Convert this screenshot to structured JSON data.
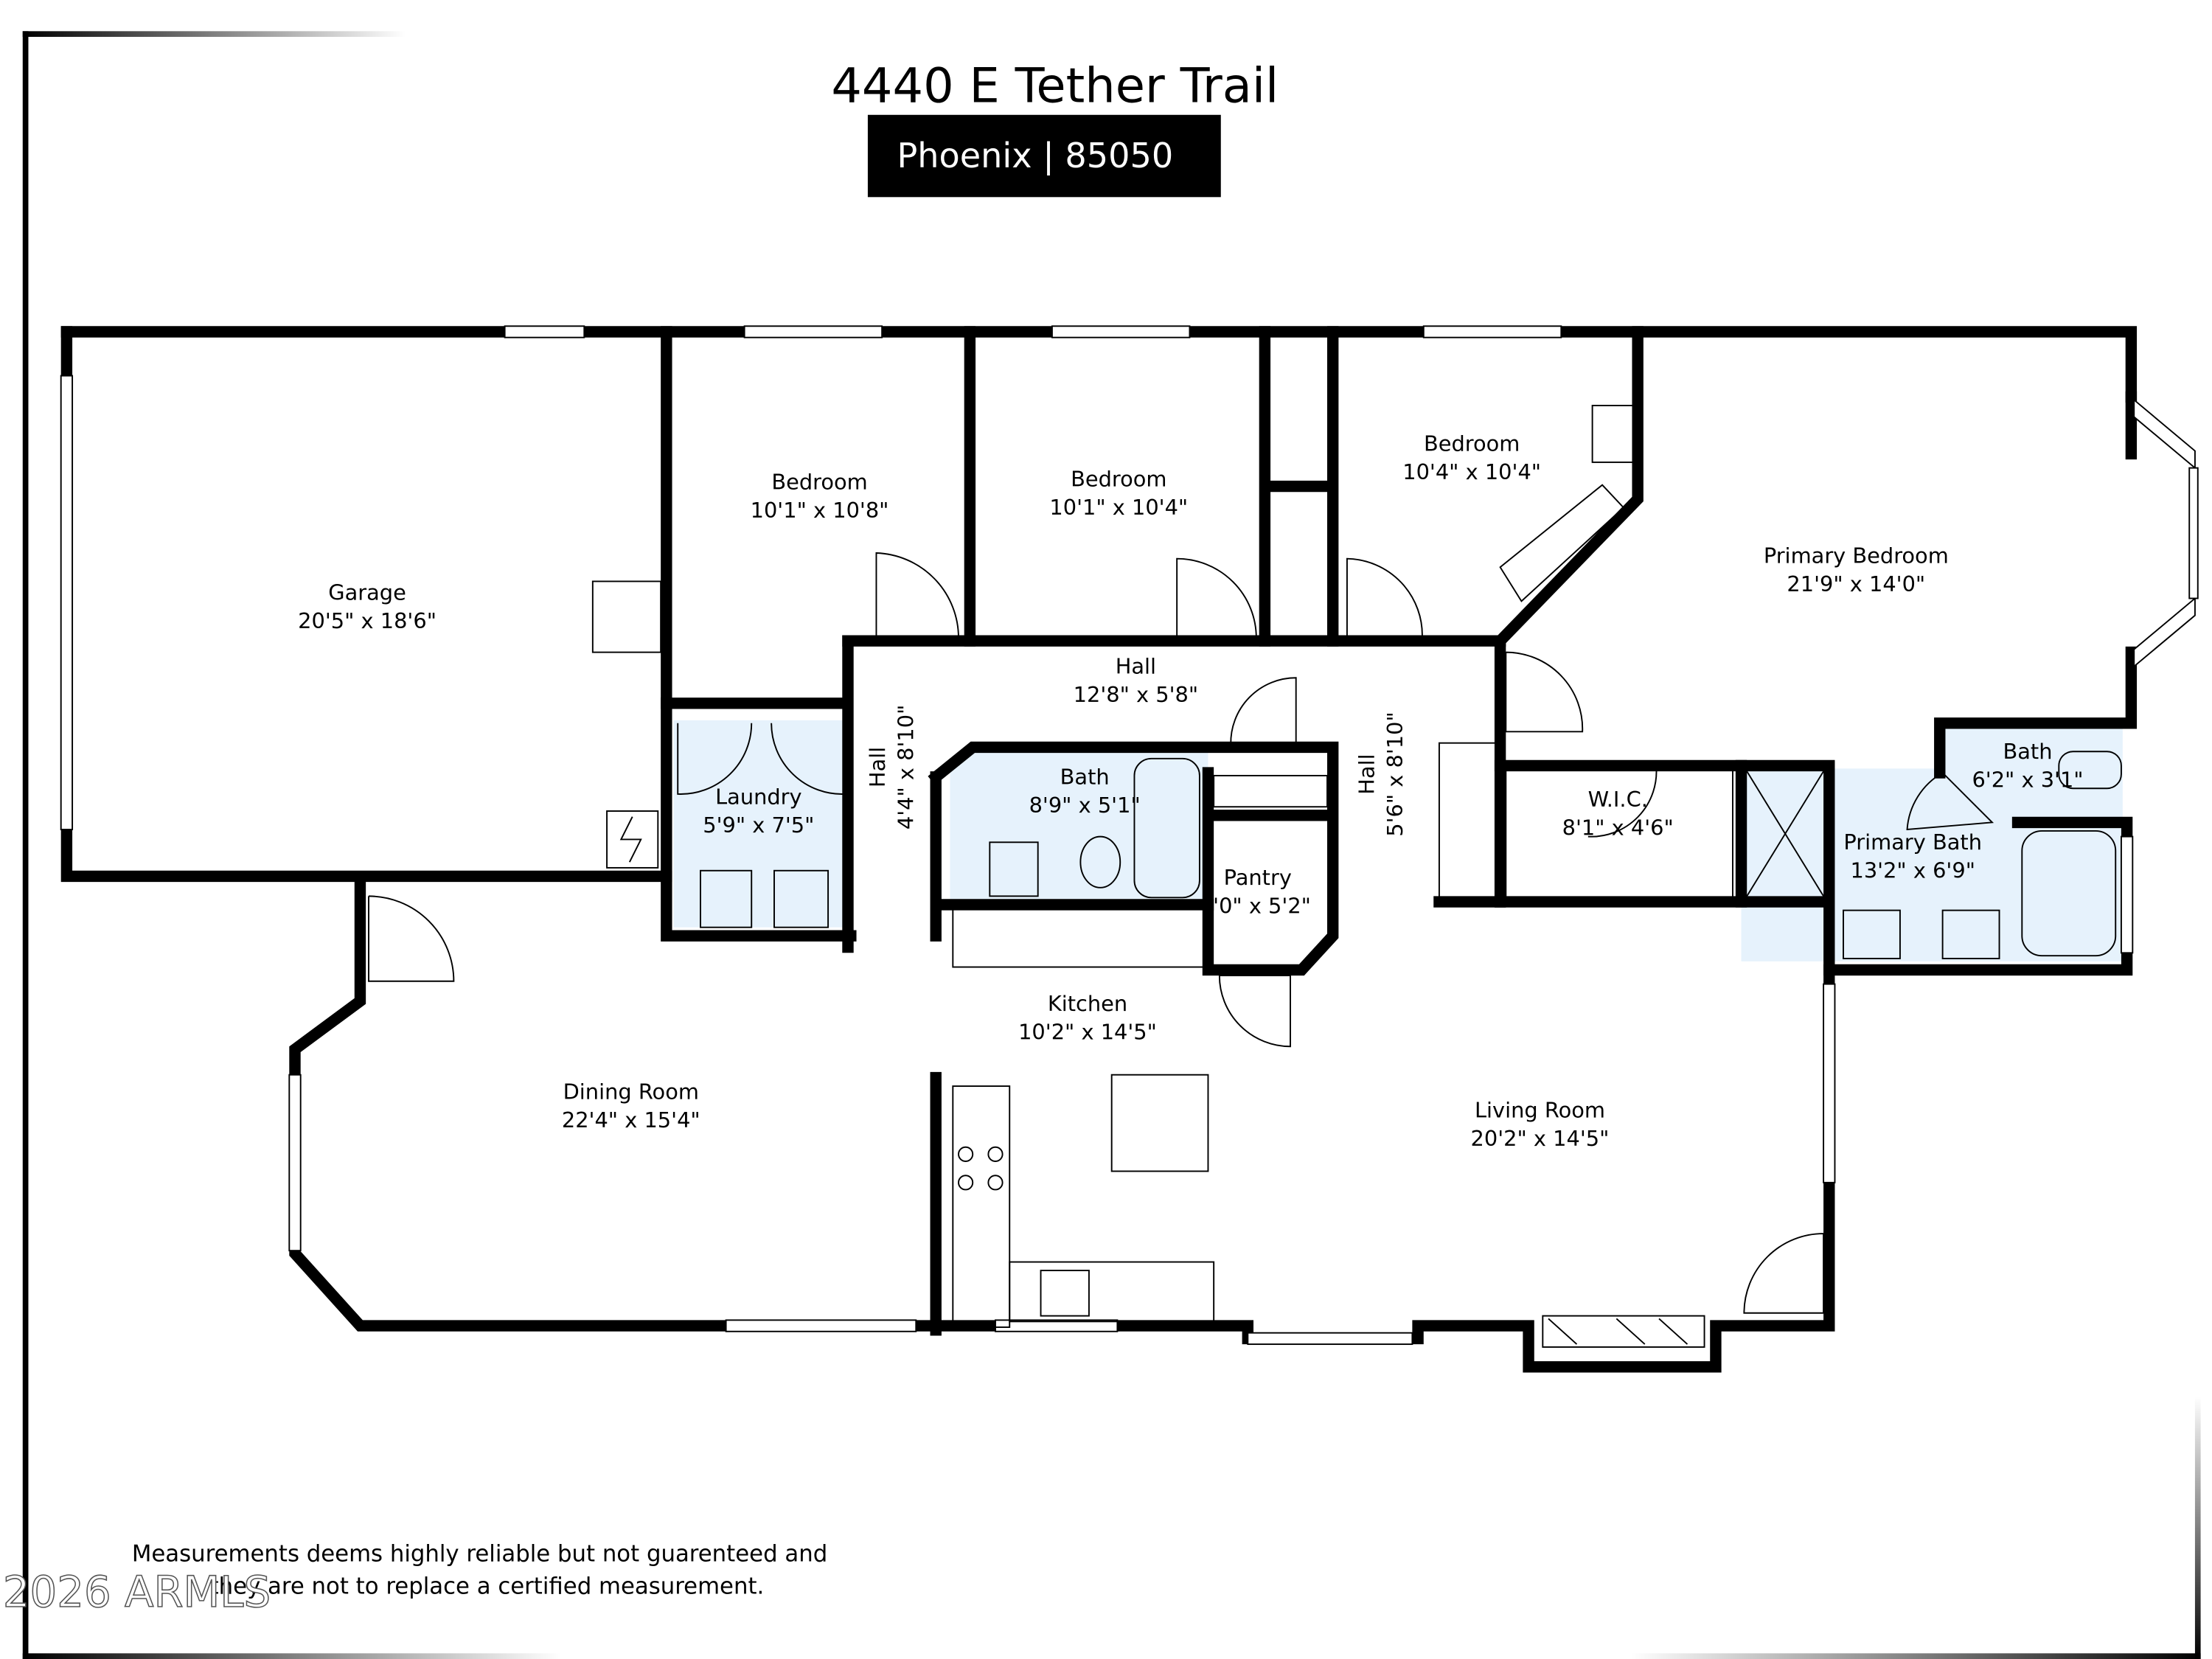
{
  "header": {
    "address": "4440 E Tether Trail",
    "city_zip": "Phoenix | 85050"
  },
  "rooms": [
    {
      "name": "Garage",
      "size": "20'5\" x 18'6\""
    },
    {
      "name": "Bedroom",
      "size": "10'1\" x 10'8\""
    },
    {
      "name": "Bedroom",
      "size": "10'1\" x 10'4\""
    },
    {
      "name": "Bedroom",
      "size": "10'4\" x 10'4\""
    },
    {
      "name": "Primary Bedroom",
      "size": "21'9\" x 14'0\""
    },
    {
      "name": "Hall",
      "size": "12'8\" x 5'8\""
    },
    {
      "name": "Hall",
      "size": "4'4\" x 8'10\""
    },
    {
      "name": "Hall",
      "size": "5'6\" x 8'10\""
    },
    {
      "name": "Laundry",
      "size": "5'9\" x 7'5\""
    },
    {
      "name": "Bath",
      "size": "8'9\" x 5'1\""
    },
    {
      "name": "Pantry",
      "size": "'0\" x 5'2\""
    },
    {
      "name": "W.I.C.",
      "size": "8'1\" x 4'6\""
    },
    {
      "name": "Primary Bath",
      "size": "13'2\" x 6'9\""
    },
    {
      "name": "Bath",
      "size": "6'2\" x 3'1\""
    },
    {
      "name": "Kitchen",
      "size": "10'2\" x 14'5\""
    },
    {
      "name": "Dining Room",
      "size": "22'4\" x 15'4\""
    },
    {
      "name": "Living Room",
      "size": "20'2\" x 14'5\""
    }
  ],
  "disclaimer": {
    "line1": "Measurements deems highly reliable but not guarenteed and",
    "line2": "they are not to replace a certified measurement."
  },
  "watermark": "2026 ARMLS",
  "colors": {
    "wet_room_fill": "#e6f2fc",
    "wall": "#000000",
    "banner": "#000000"
  }
}
